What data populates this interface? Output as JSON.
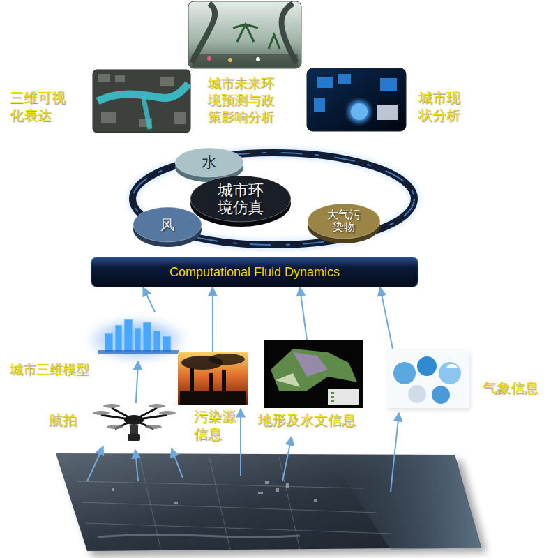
{
  "diagram": {
    "nodes": [
      {
        "text": [
          "城市未来环境预测与政策影响分析"
        ]
      },
      {
        "text": [
          "三维可视化表达"
        ]
      },
      {
        "text": [
          "城市现状分析"
        ]
      },
      {
        "text": [
          "水"
        ]
      },
      {
        "text": [
          "城市环境仿真"
        ]
      },
      {
        "text": [
          "风"
        ]
      },
      {
        "text": [
          "大气污染物"
        ]
      },
      {
        "text": [
          "Computational Fluid Dynamics"
        ]
      },
      {
        "text": [
          "城市三维模型"
        ]
      },
      {
        "text": [
          "污染源信息"
        ]
      },
      {
        "text": [
          "地形及水文信息"
        ]
      },
      {
        "text": [
          "气象信息"
        ]
      },
      {
        "text": [
          "航拍"
        ]
      }
    ],
    "edges": [
      {
        "from": 12,
        "to": 8,
        "arrow": "to"
      },
      {
        "from": 8,
        "to": 7,
        "arrow": "to"
      },
      {
        "from": 9,
        "to": 7,
        "arrow": "to"
      },
      {
        "from": 10,
        "to": 7,
        "arrow": "to"
      },
      {
        "from": 11,
        "to": 7,
        "arrow": "to"
      }
    ]
  }
}
